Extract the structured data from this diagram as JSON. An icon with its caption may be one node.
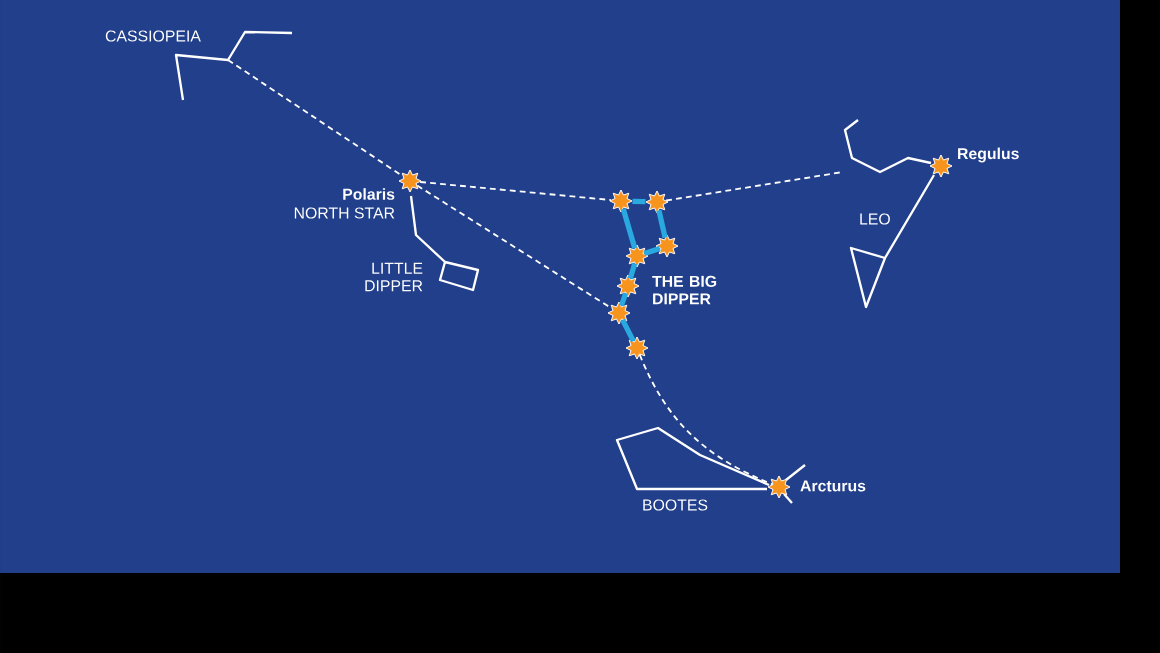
{
  "diagram": {
    "nodes": [
      {
        "text": [
          "CASSIOPEIA"
        ]
      },
      {
        "text": [],
        "shape": "star",
        "beside": [
          "Polaris",
          "NORTH STAR"
        ]
      },
      {
        "text": [],
        "shape": "picture",
        "beside": [
          "LITTLE DIPPER"
        ]
      },
      {
        "text": [],
        "shape": "star"
      },
      {
        "text": [],
        "shape": "star"
      },
      {
        "text": [],
        "shape": "star"
      },
      {
        "text": [],
        "shape": "star"
      },
      {
        "text": [],
        "shape": "star"
      },
      {
        "text": [],
        "shape": "star"
      },
      {
        "text": [],
        "shape": "star"
      },
      {
        "text": [
          "LEO"
        ]
      },
      {
        "text": [],
        "shape": "star",
        "beside": [
          "Regulus"
        ]
      },
      {
        "text": [
          "BOOTES"
        ]
      },
      {
        "text": [],
        "shape": "star",
        "beside": [
          "Arcturus"
        ]
      }
    ],
    "edges": [
      {
        "from": 3,
        "to": 4,
        "arrow": "none"
      },
      {
        "from": 4,
        "to": 5,
        "arrow": "none"
      },
      {
        "from": 5,
        "to": 6,
        "arrow": "none"
      },
      {
        "from": 6,
        "to": 3,
        "arrow": "none"
      },
      {
        "from": 6,
        "to": 7,
        "arrow": "none"
      },
      {
        "from": 7,
        "to": 8,
        "arrow": "none"
      },
      {
        "from": 8,
        "to": 9,
        "arrow": "none"
      },
      {
        "from": 0,
        "to": 1,
        "arrow": "none",
        "style": "dashed",
        "color": "#ffffff"
      },
      {
        "from": 1,
        "to": 3,
        "arrow": "none",
        "style": "dashed",
        "color": "#ffffff"
      },
      {
        "from": 1,
        "to": 8,
        "arrow": "none",
        "style": "dashed",
        "color": "#ffffff"
      },
      {
        "from": 4,
        "to": 10,
        "arrow": "none",
        "style": "dashed",
        "color": "#ffffff"
      },
      {
        "from": 9,
        "to": 13,
        "arrow": "none",
        "style": "dashed",
        "color": "#ffffff"
      }
    ],
    "labels": [
      "THE BIG DIPPER"
    ]
  }
}
